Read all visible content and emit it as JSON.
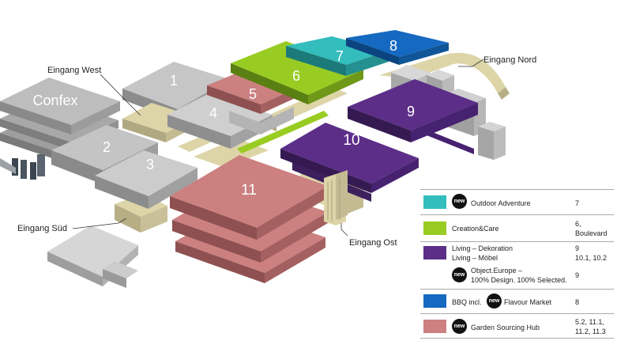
{
  "halls": {
    "confex": "Confex",
    "h1": "1",
    "h2": "2",
    "h3": "3",
    "h4": "4",
    "h5": "5",
    "h6": "6",
    "h7": "7",
    "h8": "8",
    "h9": "9",
    "h10": "10",
    "h11": "11"
  },
  "entrances": {
    "west": "Eingang West",
    "nord": "Eingang Nord",
    "sued": "Eingang Süd",
    "ost": "Eingang Ost"
  },
  "colors": {
    "outdoor_adventure": "#33bdbd",
    "creation_care": "#99cc22",
    "living": "#5c2e88",
    "bbq": "#1569c0",
    "garden": "#cc8080",
    "gray_hall": "#c8c8c8",
    "boulevard": "#ddd5a8"
  },
  "badge": "new",
  "legend": [
    {
      "label": "Outdoor Adventure",
      "hall": "7"
    },
    {
      "label": "Creation&Care",
      "hall": "6,\nBoulevard"
    },
    {
      "label": "Living – Dekoration\nLiving – Möbel",
      "hall": "9\n10.1, 10.2"
    },
    {
      "label": "Object.Europe –\n100% Design. 100% Selected.",
      "hall": "9"
    },
    {
      "label_prefix": "BBQ incl.",
      "label_suffix": "Flavour Market",
      "hall": "8"
    },
    {
      "label": "Garden Sourcing Hub",
      "hall": "5.2, 11.1,\n11.2, 11.3"
    }
  ]
}
